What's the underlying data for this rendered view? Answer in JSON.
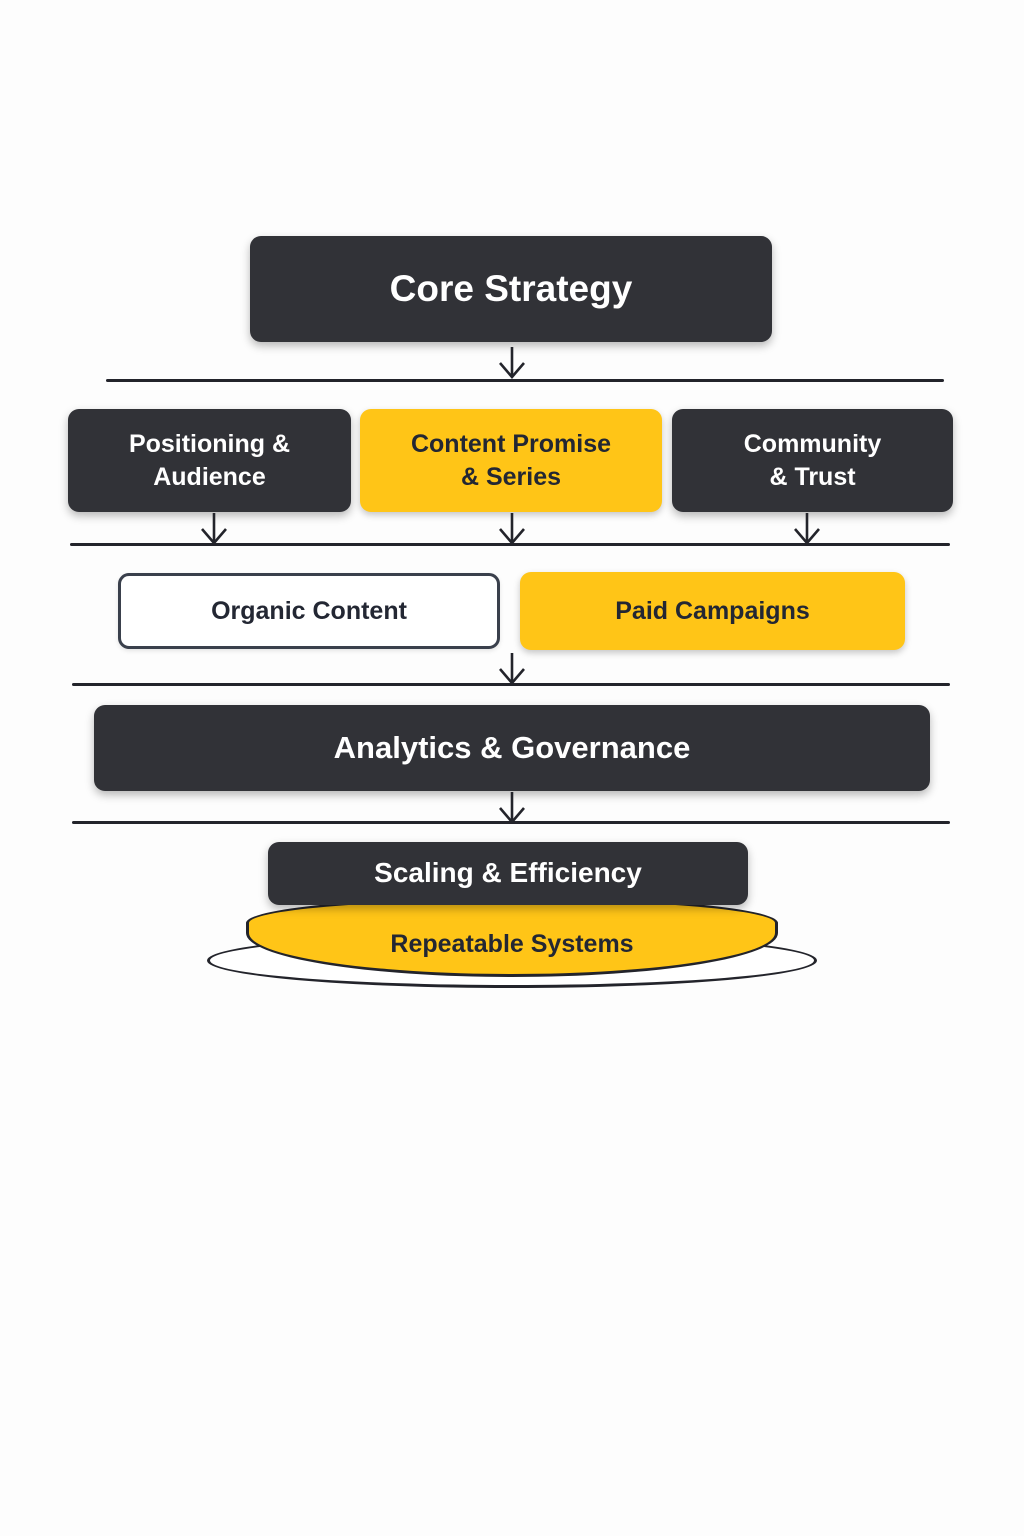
{
  "palette": {
    "dark_fill": "#313237",
    "yellow_fill": "#FFC517",
    "line_color": "#23242B",
    "light_text": "#FFFFFF",
    "dark_text": "#232733",
    "background": "#FDFDFD"
  },
  "diagram": {
    "root": {
      "label": "Core Strategy"
    },
    "pillars": [
      {
        "lines": [
          "Positioning &",
          "Audience"
        ],
        "style": "dark"
      },
      {
        "lines": [
          "Content Promise",
          "& Series"
        ],
        "style": "yellow"
      },
      {
        "lines": [
          "Community",
          "& Trust"
        ],
        "style": "dark"
      }
    ],
    "channels": [
      {
        "label": "Organic Content",
        "style": "outline"
      },
      {
        "label": "Paid Campaigns",
        "style": "yellow"
      }
    ],
    "governance": {
      "label": "Analytics & Governance"
    },
    "foundation": {
      "top_label": "Scaling & Efficiency",
      "base_label": "Repeatable Systems"
    }
  }
}
